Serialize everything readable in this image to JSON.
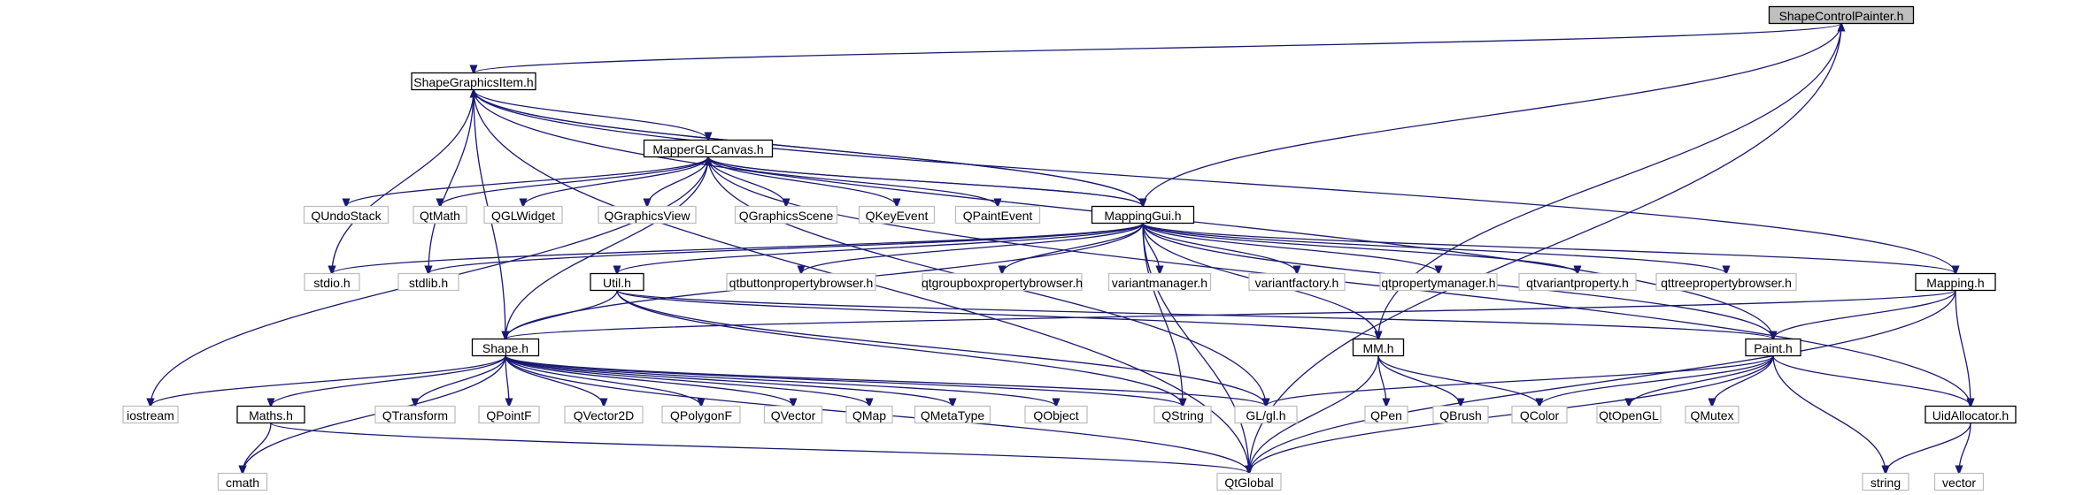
{
  "diagram": {
    "nodes": [
      {
        "id": "scp",
        "label": "ShapeControlPainter.h",
        "kind": "root"
      },
      {
        "id": "sgi",
        "label": "ShapeGraphicsItem.h",
        "kind": "file"
      },
      {
        "id": "mglc",
        "label": "MapperGLCanvas.h",
        "kind": "file"
      },
      {
        "id": "mgui",
        "label": "MappingGui.h",
        "kind": "file"
      },
      {
        "id": "mapping",
        "label": "Mapping.h",
        "kind": "file"
      },
      {
        "id": "util",
        "label": "Util.h",
        "kind": "file"
      },
      {
        "id": "shape",
        "label": "Shape.h",
        "kind": "file"
      },
      {
        "id": "mm",
        "label": "MM.h",
        "kind": "file"
      },
      {
        "id": "paint",
        "label": "Paint.h",
        "kind": "file"
      },
      {
        "id": "maths",
        "label": "Maths.h",
        "kind": "file"
      },
      {
        "id": "uid",
        "label": "UidAllocator.h",
        "kind": "file"
      },
      {
        "id": "qundostack",
        "label": "QUndoStack",
        "kind": "ext"
      },
      {
        "id": "qtmath",
        "label": "QtMath",
        "kind": "ext"
      },
      {
        "id": "qglwidget",
        "label": "QGLWidget",
        "kind": "ext"
      },
      {
        "id": "qgraphicsview",
        "label": "QGraphicsView",
        "kind": "ext"
      },
      {
        "id": "qgraphicsscene",
        "label": "QGraphicsScene",
        "kind": "ext"
      },
      {
        "id": "qkeyevent",
        "label": "QKeyEvent",
        "kind": "ext"
      },
      {
        "id": "qpaintevent",
        "label": "QPaintEvent",
        "kind": "ext"
      },
      {
        "id": "stdio",
        "label": "stdio.h",
        "kind": "ext"
      },
      {
        "id": "stdlib",
        "label": "stdlib.h",
        "kind": "ext"
      },
      {
        "id": "qtbuttonpb",
        "label": "qtbuttonpropertybrowser.h",
        "kind": "ext"
      },
      {
        "id": "qtgroupboxpb",
        "label": "qtgroupboxpropertybrowser.h",
        "kind": "ext"
      },
      {
        "id": "variantmanager",
        "label": "variantmanager.h",
        "kind": "ext"
      },
      {
        "id": "variantfactory",
        "label": "variantfactory.h",
        "kind": "ext"
      },
      {
        "id": "qtpropertymanager",
        "label": "qtpropertymanager.h",
        "kind": "ext"
      },
      {
        "id": "qtvariantproperty",
        "label": "qtvariantproperty.h",
        "kind": "ext"
      },
      {
        "id": "qttreepb",
        "label": "qttreepropertybrowser.h",
        "kind": "ext"
      },
      {
        "id": "iostream",
        "label": "iostream",
        "kind": "ext"
      },
      {
        "id": "qtransform",
        "label": "QTransform",
        "kind": "ext"
      },
      {
        "id": "qpointf",
        "label": "QPointF",
        "kind": "ext"
      },
      {
        "id": "qvector2d",
        "label": "QVector2D",
        "kind": "ext"
      },
      {
        "id": "qpolygonf",
        "label": "QPolygonF",
        "kind": "ext"
      },
      {
        "id": "qvector",
        "label": "QVector",
        "kind": "ext"
      },
      {
        "id": "qmap",
        "label": "QMap",
        "kind": "ext"
      },
      {
        "id": "qmetatype",
        "label": "QMetaType",
        "kind": "ext"
      },
      {
        "id": "qobject",
        "label": "QObject",
        "kind": "ext"
      },
      {
        "id": "qstring",
        "label": "QString",
        "kind": "ext"
      },
      {
        "id": "glgl",
        "label": "GL/gl.h",
        "kind": "ext"
      },
      {
        "id": "qpen",
        "label": "QPen",
        "kind": "ext"
      },
      {
        "id": "qbrush",
        "label": "QBrush",
        "kind": "ext"
      },
      {
        "id": "qcolor",
        "label": "QColor",
        "kind": "ext"
      },
      {
        "id": "qtopengl",
        "label": "QtOpenGL",
        "kind": "ext"
      },
      {
        "id": "qmutex",
        "label": "QMutex",
        "kind": "ext"
      },
      {
        "id": "cmath",
        "label": "cmath",
        "kind": "ext"
      },
      {
        "id": "qtglobal",
        "label": "QtGlobal",
        "kind": "ext"
      },
      {
        "id": "string",
        "label": "string",
        "kind": "ext"
      },
      {
        "id": "vector",
        "label": "vector",
        "kind": "ext"
      }
    ],
    "edges": [
      [
        "scp",
        "sgi"
      ],
      [
        "scp",
        "mm"
      ],
      [
        "scp",
        "qtglobal"
      ],
      [
        "sgi",
        "mglc"
      ],
      [
        "sgi",
        "mgui"
      ],
      [
        "sgi",
        "mapping"
      ],
      [
        "sgi",
        "stdio"
      ],
      [
        "sgi",
        "stdlib"
      ],
      [
        "sgi",
        "shape"
      ],
      [
        "sgi",
        "paint"
      ],
      [
        "sgi",
        "qtglobal"
      ],
      [
        "mglc",
        "qundostack"
      ],
      [
        "mglc",
        "qtmath"
      ],
      [
        "mglc",
        "qglwidget"
      ],
      [
        "mglc",
        "qgraphicsview"
      ],
      [
        "mglc",
        "qgraphicsscene"
      ],
      [
        "mglc",
        "qkeyevent"
      ],
      [
        "mglc",
        "qpaintevent"
      ],
      [
        "mglc",
        "mgui"
      ],
      [
        "mglc",
        "iostream"
      ],
      [
        "mglc",
        "shape"
      ],
      [
        "mglc",
        "uid"
      ],
      [
        "mglc",
        "glgl"
      ],
      [
        "mgui",
        "scp"
      ],
      [
        "mgui",
        "sgi"
      ],
      [
        "mgui",
        "mglc"
      ],
      [
        "mgui",
        "stdio"
      ],
      [
        "mgui",
        "stdlib"
      ],
      [
        "mgui",
        "qtbuttonpb"
      ],
      [
        "mgui",
        "qtgroupboxpb"
      ],
      [
        "mgui",
        "variantmanager"
      ],
      [
        "mgui",
        "variantfactory"
      ],
      [
        "mgui",
        "qtpropertymanager"
      ],
      [
        "mgui",
        "qtvariantproperty"
      ],
      [
        "mgui",
        "qttreepb"
      ],
      [
        "mgui",
        "mapping"
      ],
      [
        "mgui",
        "util"
      ],
      [
        "mgui",
        "shape"
      ],
      [
        "mgui",
        "mm"
      ],
      [
        "mgui",
        "paint"
      ],
      [
        "mgui",
        "qstring"
      ],
      [
        "mgui",
        "qtglobal"
      ],
      [
        "mapping",
        "shape"
      ],
      [
        "mapping",
        "paint"
      ],
      [
        "mapping",
        "uid"
      ],
      [
        "mapping",
        "qtglobal"
      ],
      [
        "util",
        "shape"
      ],
      [
        "util",
        "paint"
      ],
      [
        "util",
        "mm"
      ],
      [
        "util",
        "qstring"
      ],
      [
        "util",
        "glgl"
      ],
      [
        "shape",
        "iostream"
      ],
      [
        "shape",
        "qtransform"
      ],
      [
        "shape",
        "qpointf"
      ],
      [
        "shape",
        "qvector2d"
      ],
      [
        "shape",
        "qpolygonf"
      ],
      [
        "shape",
        "qvector"
      ],
      [
        "shape",
        "qmap"
      ],
      [
        "shape",
        "qmetatype"
      ],
      [
        "shape",
        "qobject"
      ],
      [
        "shape",
        "qstring"
      ],
      [
        "shape",
        "glgl"
      ],
      [
        "shape",
        "qtglobal"
      ],
      [
        "shape",
        "maths"
      ],
      [
        "shape",
        "cmath"
      ],
      [
        "maths",
        "cmath"
      ],
      [
        "maths",
        "qtglobal"
      ],
      [
        "mm",
        "qpen"
      ],
      [
        "mm",
        "qbrush"
      ],
      [
        "mm",
        "qcolor"
      ],
      [
        "mm",
        "qtglobal"
      ],
      [
        "paint",
        "glgl"
      ],
      [
        "paint",
        "qcolor"
      ],
      [
        "paint",
        "qtopengl"
      ],
      [
        "paint",
        "qmutex"
      ],
      [
        "paint",
        "uid"
      ],
      [
        "paint",
        "string"
      ],
      [
        "paint",
        "qtglobal"
      ],
      [
        "uid",
        "string"
      ],
      [
        "uid",
        "vector"
      ]
    ]
  }
}
